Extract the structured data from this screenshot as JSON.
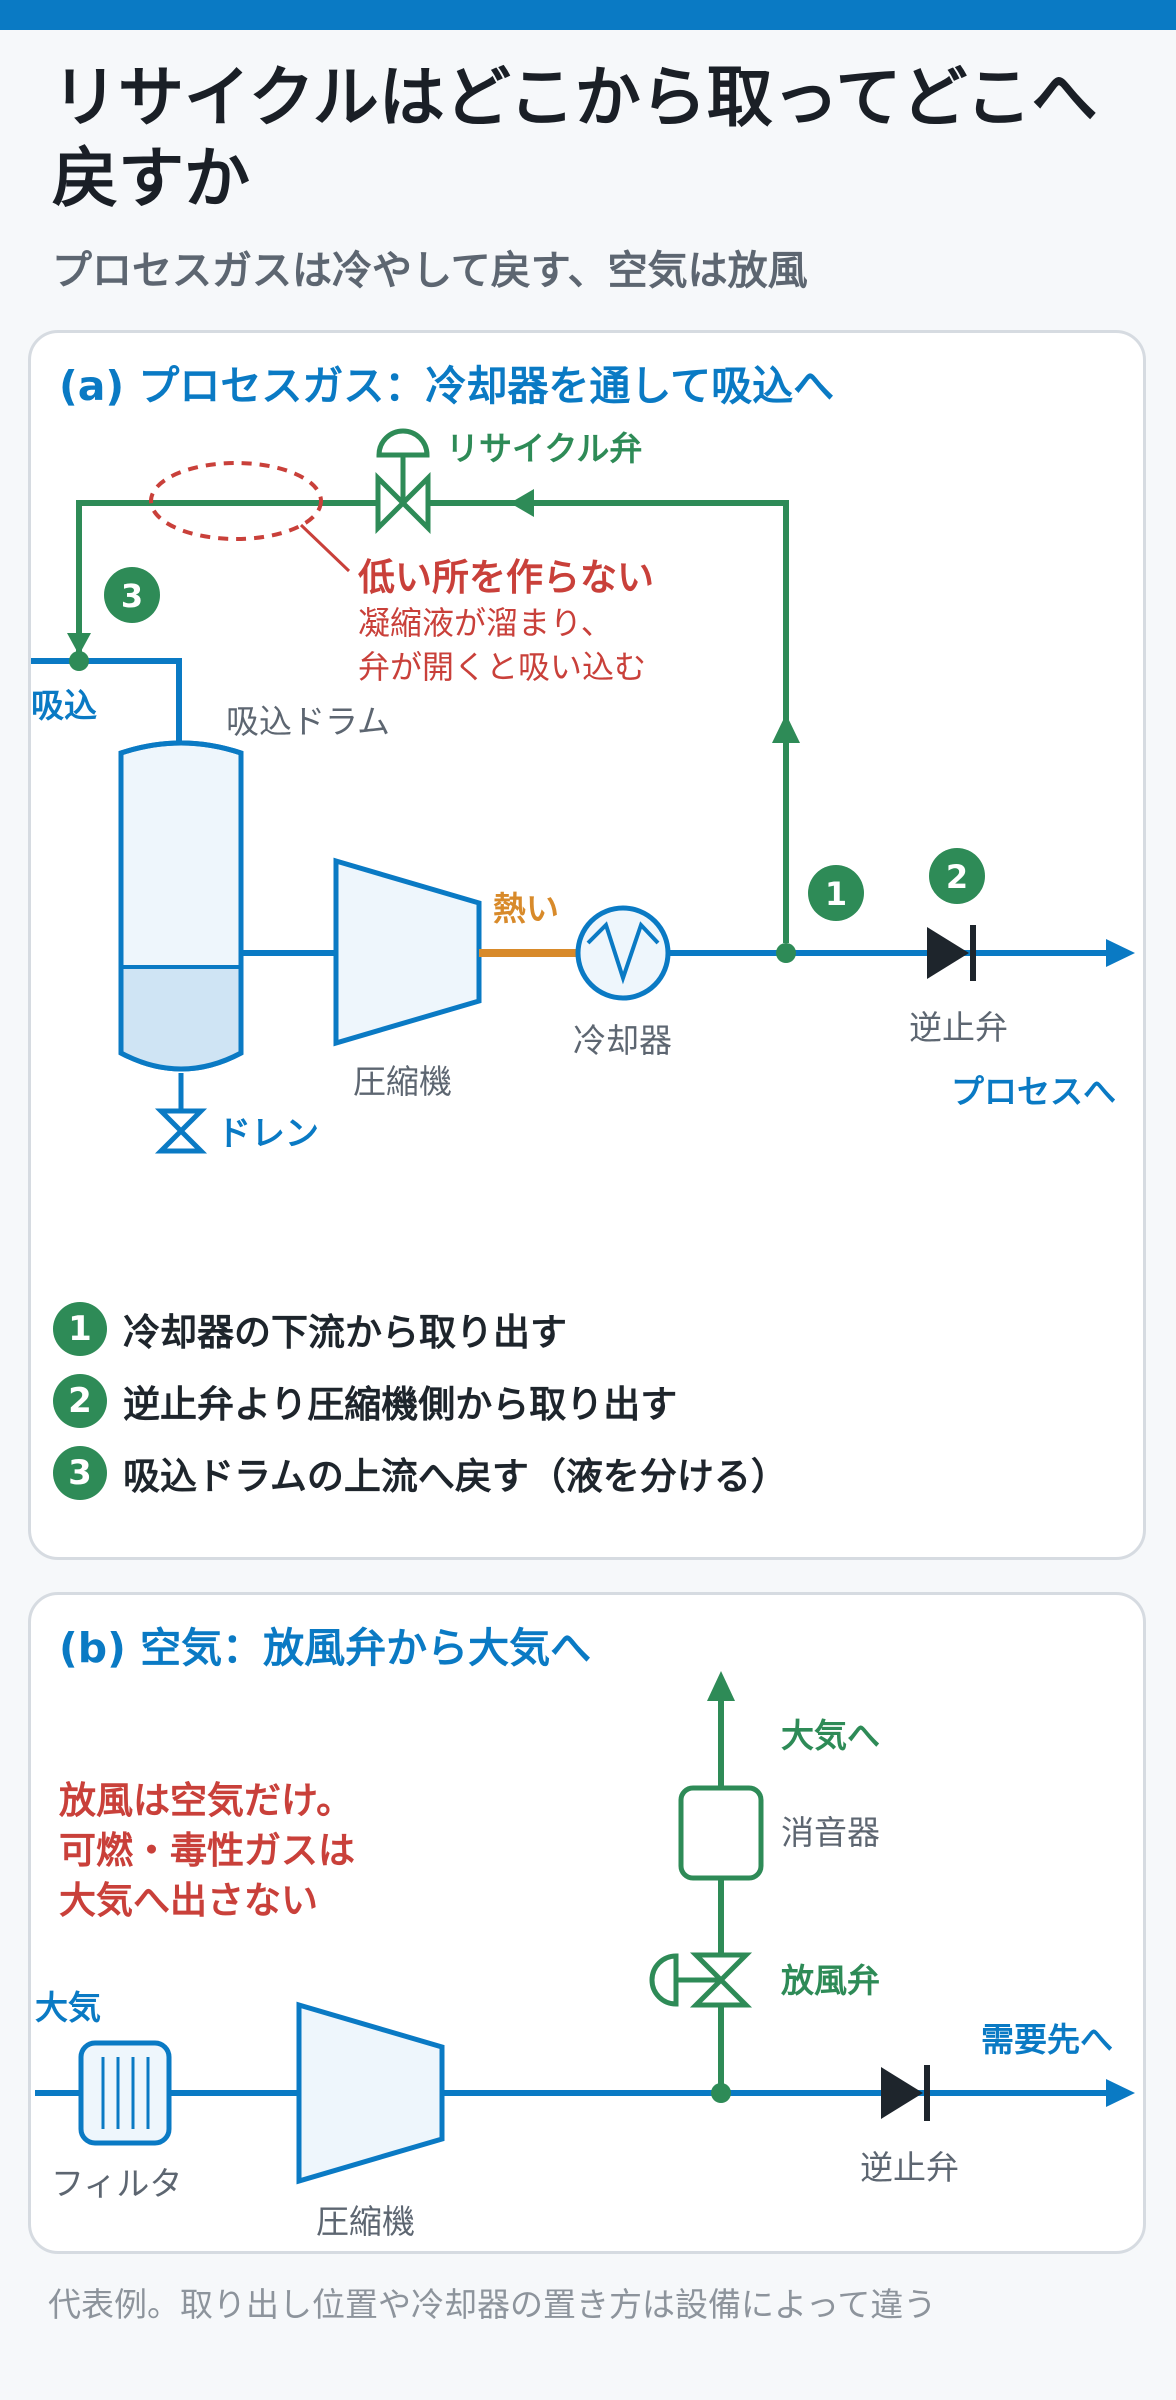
{
  "header": {
    "title": "リサイクルはどこから取ってどこへ戻すか",
    "subtitle": "プロセスガスは冷やして戻す、空気は放風"
  },
  "panel_a": {
    "heading": "(a) プロセスガス：冷却器を通して吸込へ",
    "recycle_valve": "リサイクル弁",
    "warning_title": "低い所を作らない",
    "warning_line1": "凝縮液が溜まり、",
    "warning_line2": "弁が開くと吸い込む",
    "suction": "吸込",
    "suction_drum": "吸込ドラム",
    "compressor": "圧縮機",
    "hot": "熱い",
    "cooler": "冷却器",
    "check_valve": "逆止弁",
    "to_process": "プロセスへ",
    "drain": "ドレン",
    "markers": [
      "1",
      "2",
      "3"
    ],
    "notes": [
      {
        "num": "1",
        "text": "冷却器の下流から取り出す"
      },
      {
        "num": "2",
        "text": "逆止弁より圧縮機側から取り出す"
      },
      {
        "num": "3",
        "text": "吸込ドラムの上流へ戻す（液を分ける）"
      }
    ]
  },
  "panel_b": {
    "heading": "(b) 空気：放風弁から大気へ",
    "warning_line1": "放風は空気だけ。",
    "warning_line2": "可燃・毒性ガスは",
    "warning_line3": "大気へ出さない",
    "to_atmosphere": "大気へ",
    "silencer": "消音器",
    "blowoff_valve": "放風弁",
    "atmosphere": "大気",
    "to_consumer": "需要先へ",
    "filter": "フィルタ",
    "compressor": "圧縮機",
    "check_valve": "逆止弁"
  },
  "footnote": "代表例。取り出し位置や冷却器の置き方は設備によって違う",
  "colors": {
    "process_blue": "#0a7ac4",
    "recycle_green": "#2e8b57",
    "warning_red": "#c9403a",
    "hot_orange": "#d88a2a",
    "dark": "#1e252c"
  }
}
